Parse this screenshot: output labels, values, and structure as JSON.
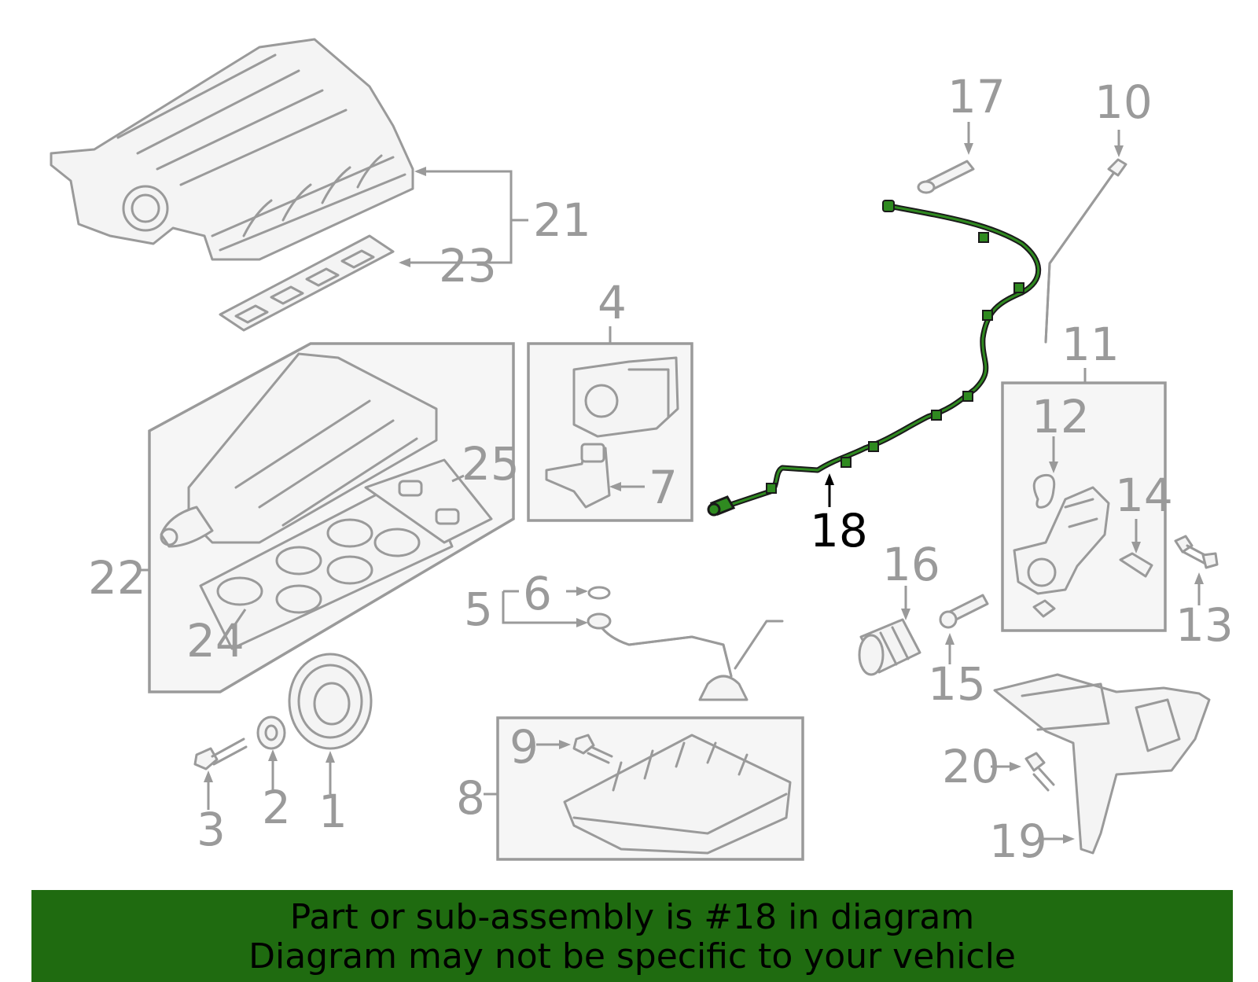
{
  "callouts": {
    "c1": "1",
    "c2": "2",
    "c3": "3",
    "c4": "4",
    "c5": "5",
    "c6": "6",
    "c7": "7",
    "c8": "8",
    "c9": "9",
    "c10": "10",
    "c11": "11",
    "c12": "12",
    "c13": "13",
    "c14": "14",
    "c15": "15",
    "c16": "16",
    "c17": "17",
    "c18": "18",
    "c19": "19",
    "c20": "20",
    "c21": "21",
    "c22": "22",
    "c23": "23",
    "c24": "24",
    "c25": "25"
  },
  "highlight": {
    "part": "18",
    "color": "#1f6b10"
  },
  "banner": {
    "line1": "Part or sub-assembly is #18 in diagram",
    "line2": "Diagram may not be specific to your vehicle",
    "background": "#1f6b10"
  }
}
